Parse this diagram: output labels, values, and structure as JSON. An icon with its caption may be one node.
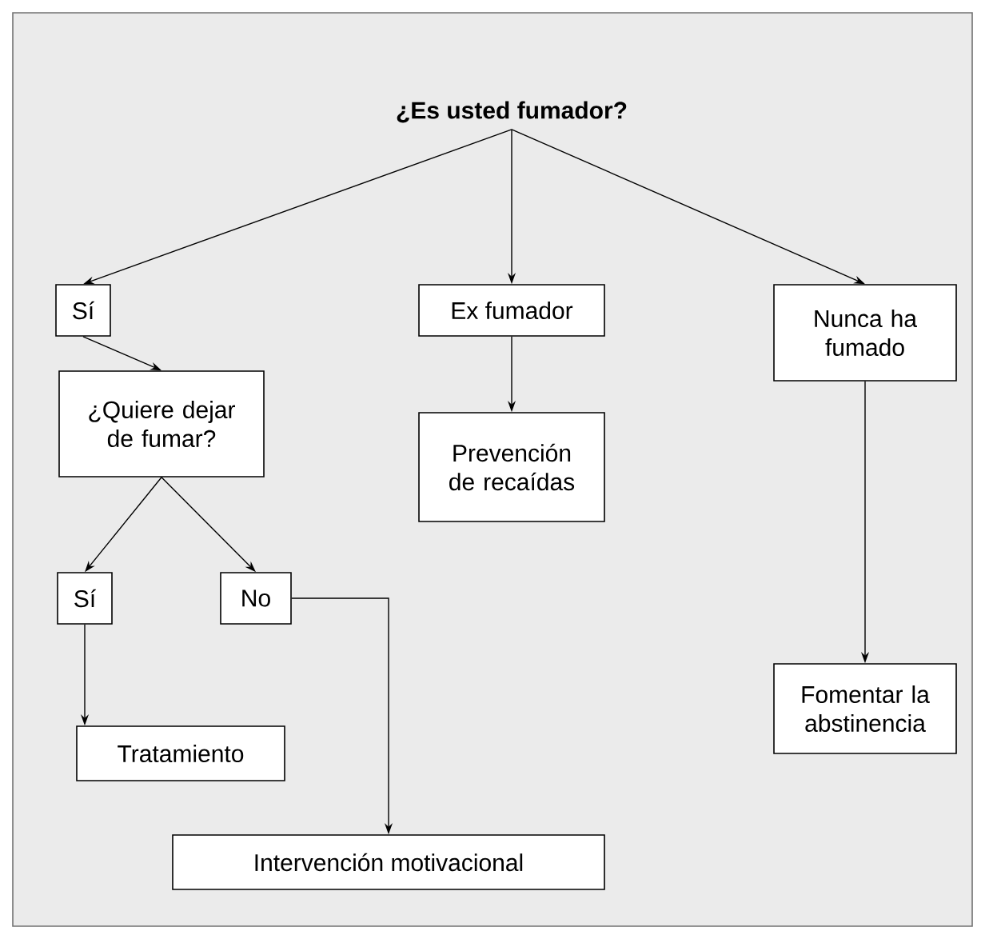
{
  "diagram": {
    "nodes": [
      {
        "text": [
          "¿Es usted fumador?"
        ]
      },
      {
        "text": [
          "Sí"
        ]
      },
      {
        "text": [
          "Ex fumador"
        ]
      },
      {
        "text": [
          "Nunca ha fumado"
        ]
      },
      {
        "text": [
          "¿Quiere dejar de fumar?"
        ]
      },
      {
        "text": [
          "Prevención de recaídas"
        ]
      },
      {
        "text": [
          "Sí"
        ]
      },
      {
        "text": [
          "No"
        ]
      },
      {
        "text": [
          "Fomentar la abstinencia"
        ]
      },
      {
        "text": [
          "Tratamiento"
        ]
      },
      {
        "text": [
          "Intervención motivacional"
        ]
      }
    ],
    "edges": [
      {
        "from": 0,
        "to": 1,
        "arrow": "to"
      },
      {
        "from": 0,
        "to": 2,
        "arrow": "to"
      },
      {
        "from": 0,
        "to": 3,
        "arrow": "to"
      },
      {
        "from": 1,
        "to": 4,
        "arrow": "to"
      },
      {
        "from": 2,
        "to": 5,
        "arrow": "to"
      },
      {
        "from": 3,
        "to": 8,
        "arrow": "to"
      },
      {
        "from": 4,
        "to": 6,
        "arrow": "to"
      },
      {
        "from": 4,
        "to": 7,
        "arrow": "to"
      },
      {
        "from": 6,
        "to": 9,
        "arrow": "to"
      },
      {
        "from": 7,
        "to": 10,
        "arrow": "to"
      }
    ]
  }
}
